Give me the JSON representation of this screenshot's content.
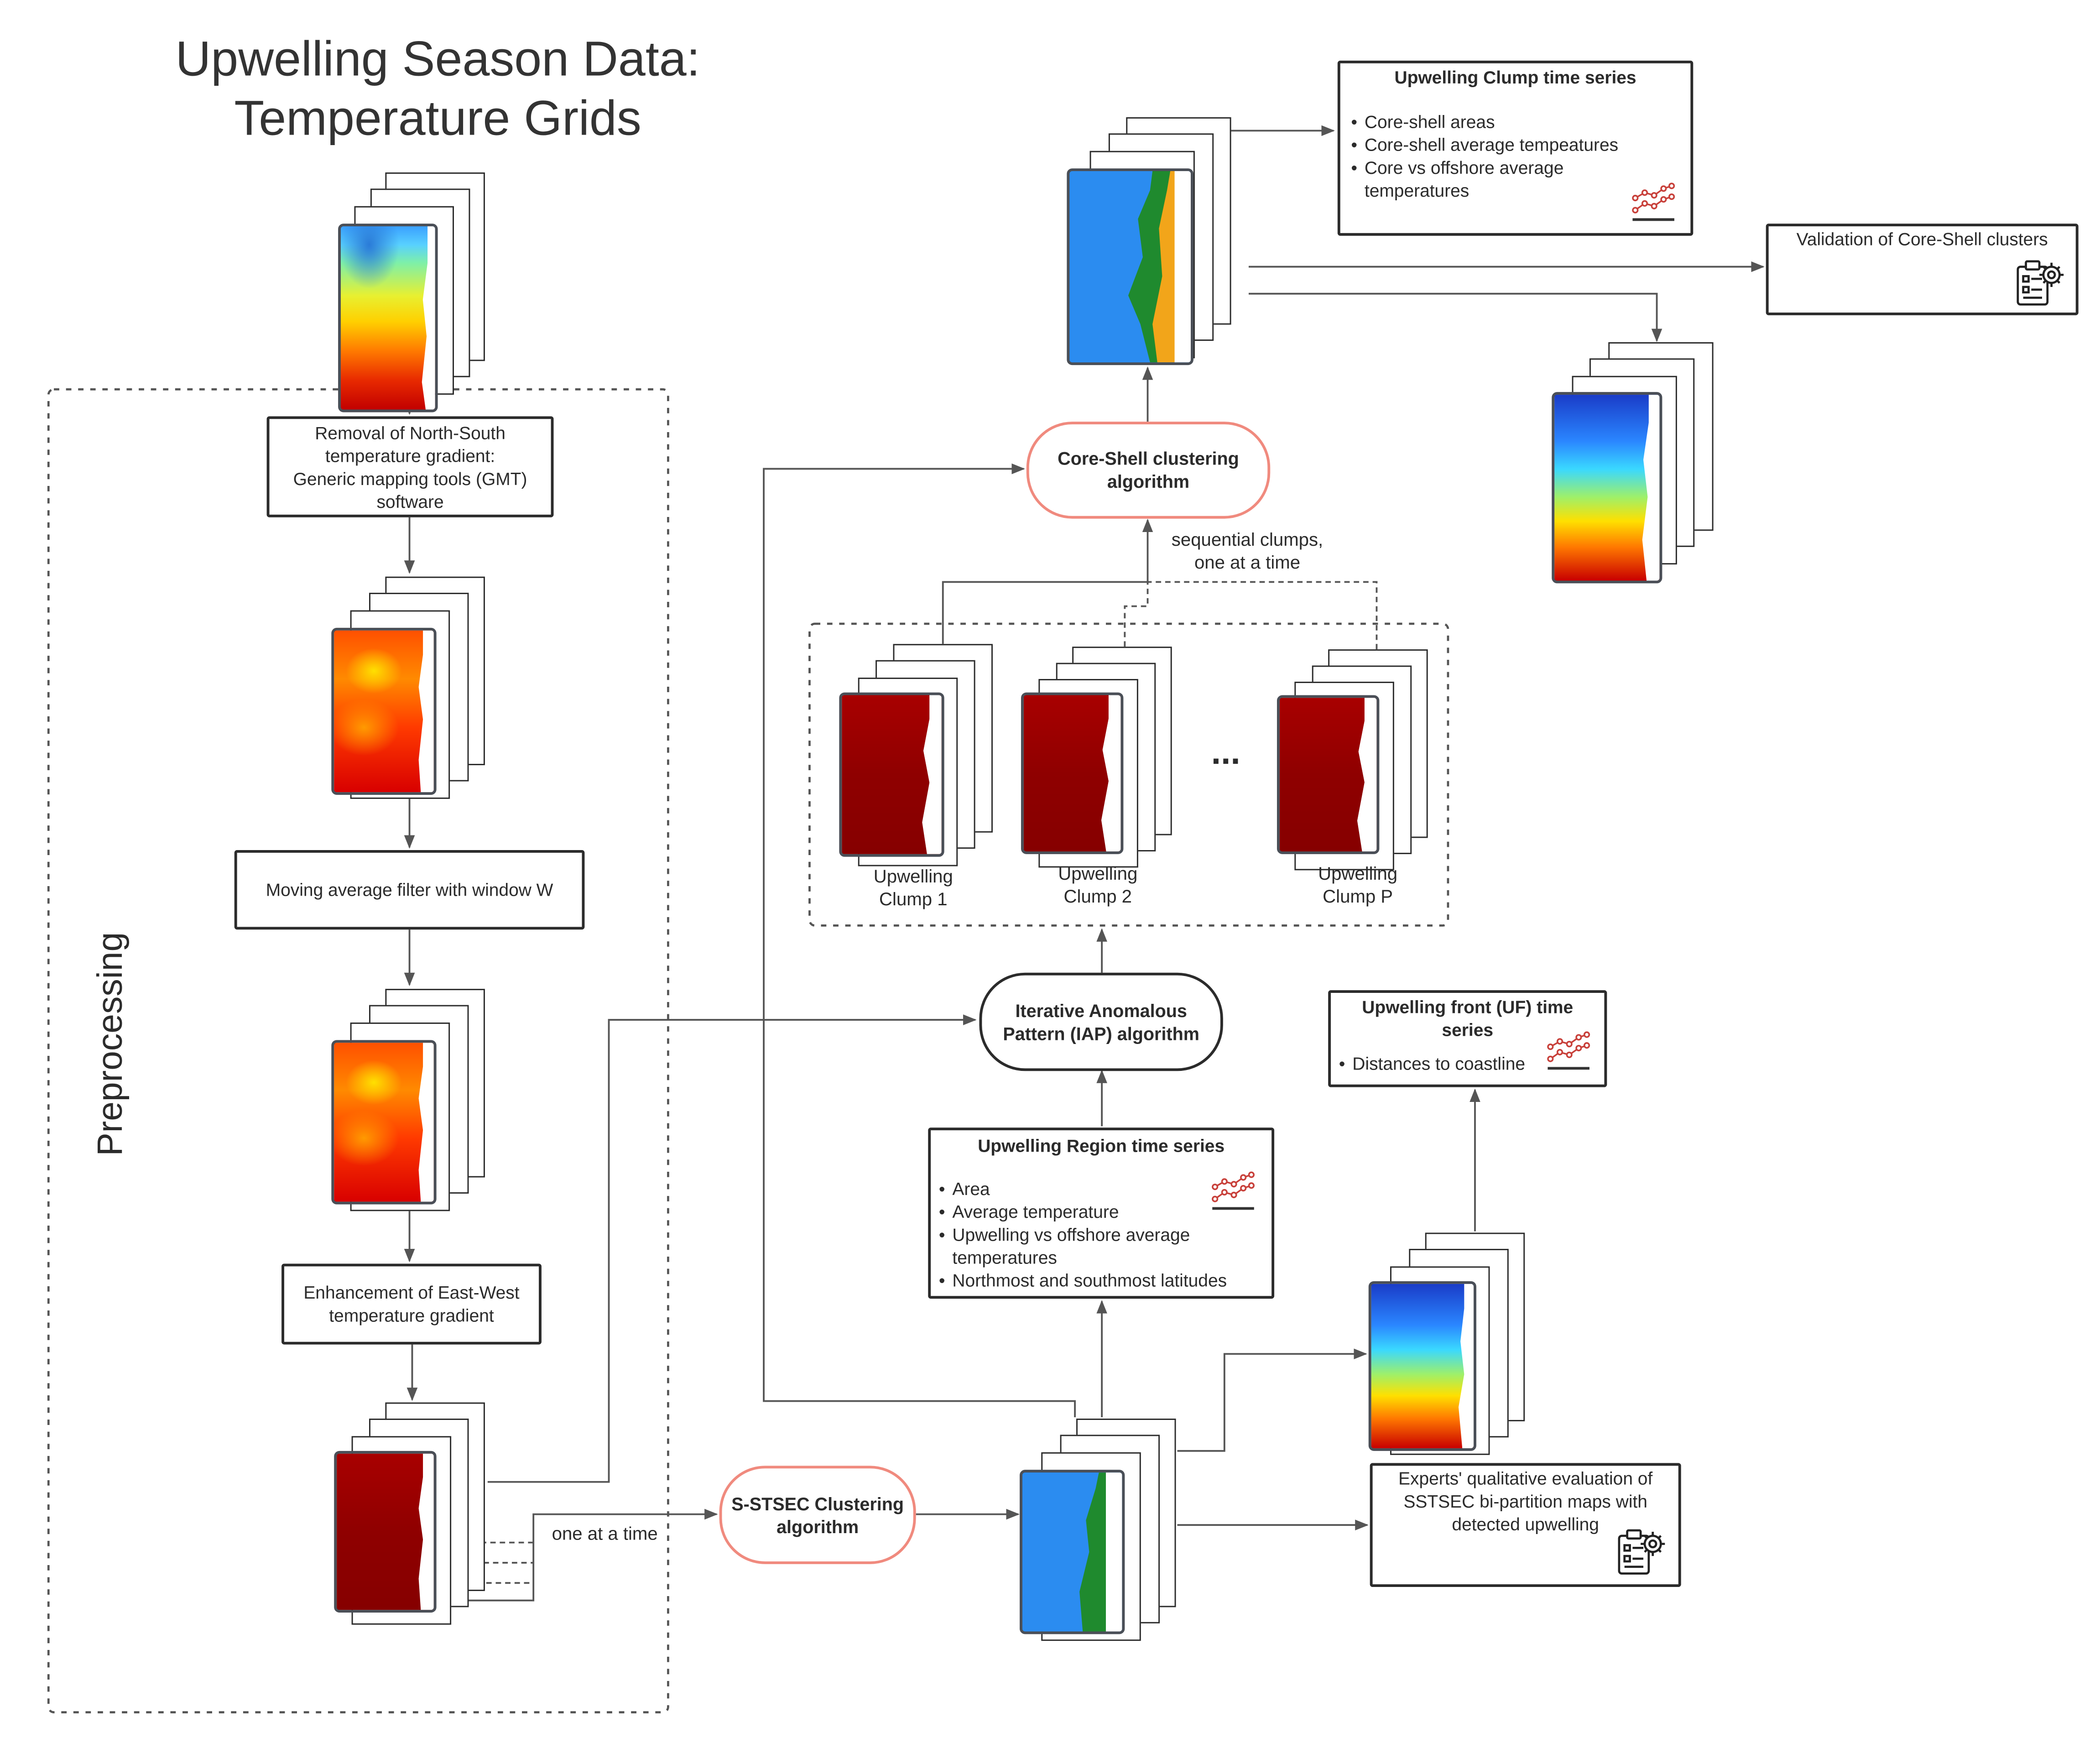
{
  "title": {
    "line1": "Upwelling Season Data:",
    "line2": "Temperature Grids"
  },
  "preprocessing_label": "Preprocessing",
  "steps": {
    "removal": [
      "Removal of North-South",
      "temperature gradient:",
      "Generic mapping tools (GMT)",
      "software"
    ],
    "moving_average": "Moving average filter with window W",
    "enhancement": [
      "Enhancement of East-West",
      "temperature gradient"
    ]
  },
  "algorithms": {
    "s_stsec": [
      "S-STSEC Clustering",
      "algorithm"
    ],
    "iap": [
      "Iterative Anomalous",
      "Pattern (IAP) algorithm"
    ],
    "core_shell": [
      "Core-Shell clustering",
      "algorithm"
    ]
  },
  "labels": {
    "one_at_a_time": "one at a time",
    "sequential": [
      "sequential clumps,",
      "one at a time"
    ],
    "ellipsis": "...",
    "clumps": [
      [
        "Upwelling",
        "Clump 1"
      ],
      [
        "Upwelling",
        "Clump 2"
      ],
      [
        "Upwelling",
        "Clump P"
      ]
    ]
  },
  "panels": {
    "clump_ts": {
      "title": "Upwelling Clump time series",
      "items": [
        "Core-shell areas",
        "Core-shell average tempeatures",
        "Core vs offshore average",
        "temperatures"
      ]
    },
    "validation": {
      "title": "Validation of Core-Shell clusters"
    },
    "region_ts": {
      "title": "Upwelling Region time series",
      "items": [
        "Area",
        "Average temperature",
        "Upwelling vs offshore average",
        "temperatures",
        "Northmost and southmost latitudes"
      ]
    },
    "front_ts": {
      "title": [
        "Upwelling front (UF) time",
        "series"
      ],
      "items": [
        "Distances to coastline"
      ]
    },
    "experts": {
      "title": [
        "Experts' qualitative evaluation of",
        "SSTSEC bi-partition maps with",
        "detected upwelling"
      ]
    }
  },
  "icons": [
    "line-chart-icon",
    "report-gear-icon"
  ],
  "colors": {
    "pill_red": "#f08a7e",
    "upwelling_green": "#1f8a2e",
    "ocean_blue": "#2b8cf0",
    "shell_orange": "#f2a51a"
  }
}
